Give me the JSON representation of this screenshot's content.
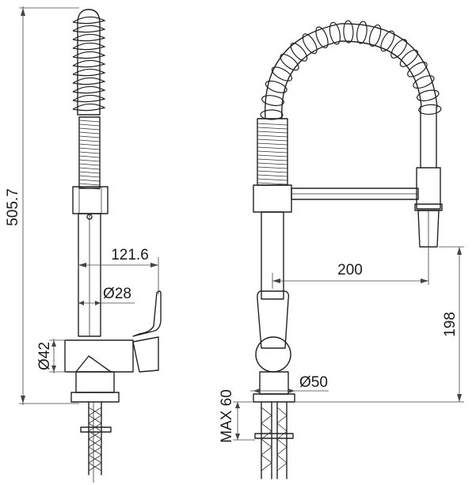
{
  "colors": {
    "line": "#222222",
    "dimension": "#444444",
    "background": "#ffffff"
  },
  "dimensions": {
    "total_height": "505.7",
    "spout_reach_side": "121.6",
    "body_diameter": "Ø28",
    "base_diameter": "Ø42",
    "spout_reach_front": "200",
    "outlet_height": "198",
    "mount_diameter": "Ø50",
    "max_deck": "MAX 60"
  },
  "views": [
    "side-view",
    "front-view"
  ]
}
